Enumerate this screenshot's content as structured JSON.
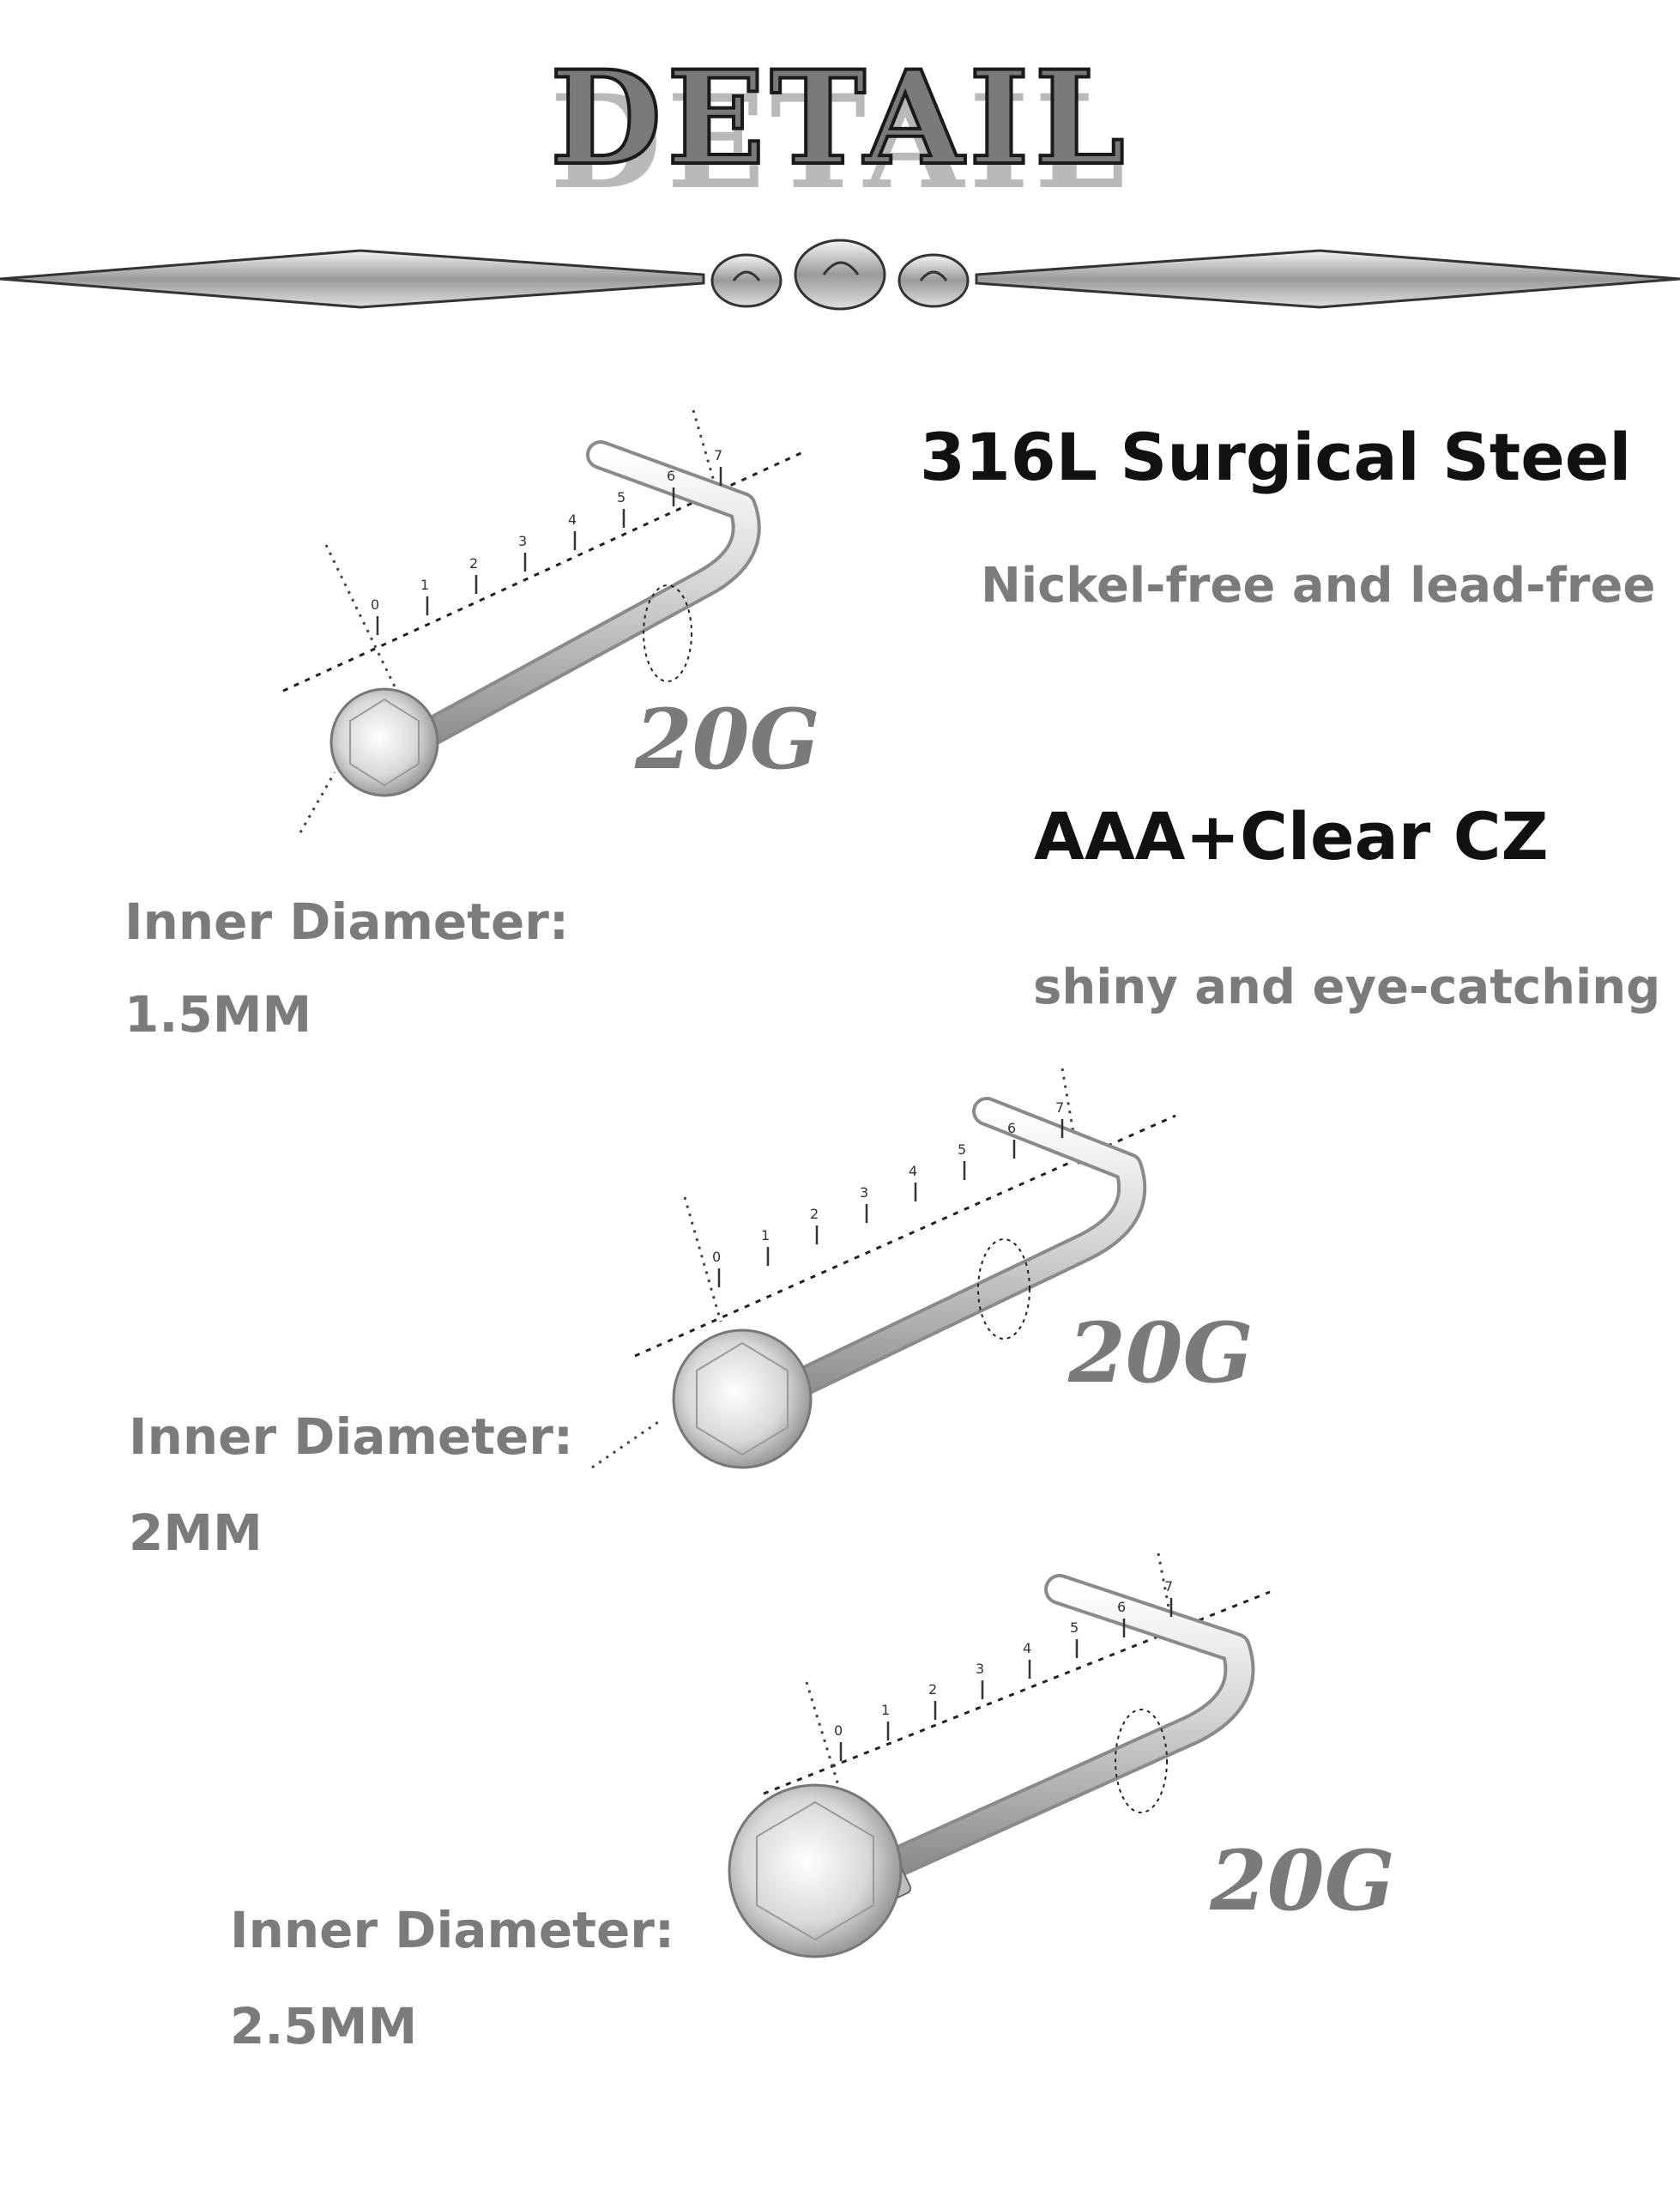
{
  "title": "DETAIL",
  "features": [
    {
      "heading": "316L Surgical Steel",
      "subtext": "Nickel-free and lead-free"
    },
    {
      "heading": "AAA+Clear CZ",
      "subtext": "shiny and eye-catching"
    }
  ],
  "items": [
    {
      "inner_label": "Inner Diameter:",
      "inner_value": "1.5MM",
      "gauge": "20G"
    },
    {
      "inner_label": "Inner Diameter:",
      "inner_value": "2MM",
      "gauge": "20G"
    },
    {
      "inner_label": "Inner Diameter:",
      "inner_value": "2.5MM",
      "gauge": "20G"
    }
  ],
  "ruler_ticks": [
    "0",
    "1",
    "2",
    "3",
    "4",
    "5",
    "6",
    "7"
  ],
  "colors": {
    "steel": "#c9c9c9",
    "label_gray": "#7b7b7b",
    "heading": "#111111"
  },
  "icons": [
    "ornamental-divider",
    "l-shape-nose-stud-illustration",
    "measurement-ruler"
  ]
}
